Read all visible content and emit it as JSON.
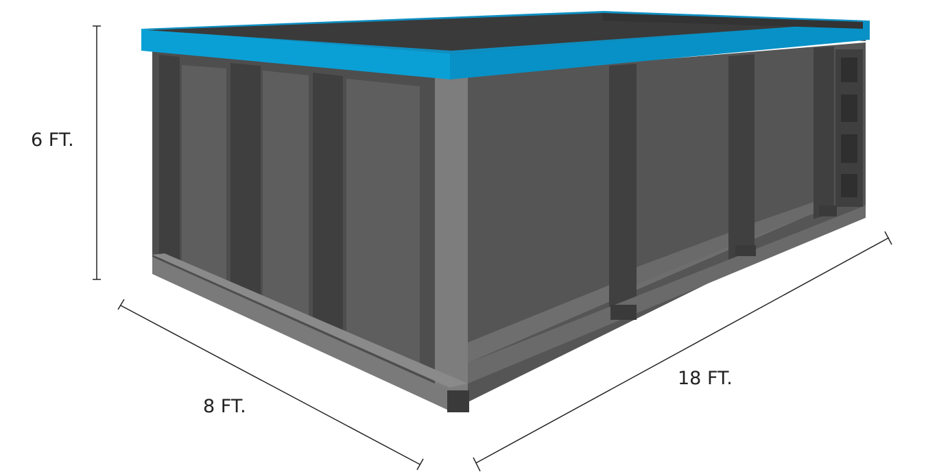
{
  "dimensions": {
    "height_label": "6 FT.",
    "width_label": "8 FT.",
    "length_label": "18 FT."
  },
  "object": {
    "icon": "dumpster-icon"
  },
  "colors": {
    "rim": "#0aa0d6",
    "rim_light": "#2ab4e6",
    "rim_dark": "#0886b5",
    "body_side": "#545454",
    "body_front": "#484848",
    "frame": "#7a7a7a",
    "frame_dark": "#5f5f5f",
    "inner": "#3a3a3a",
    "line": "#222222"
  }
}
